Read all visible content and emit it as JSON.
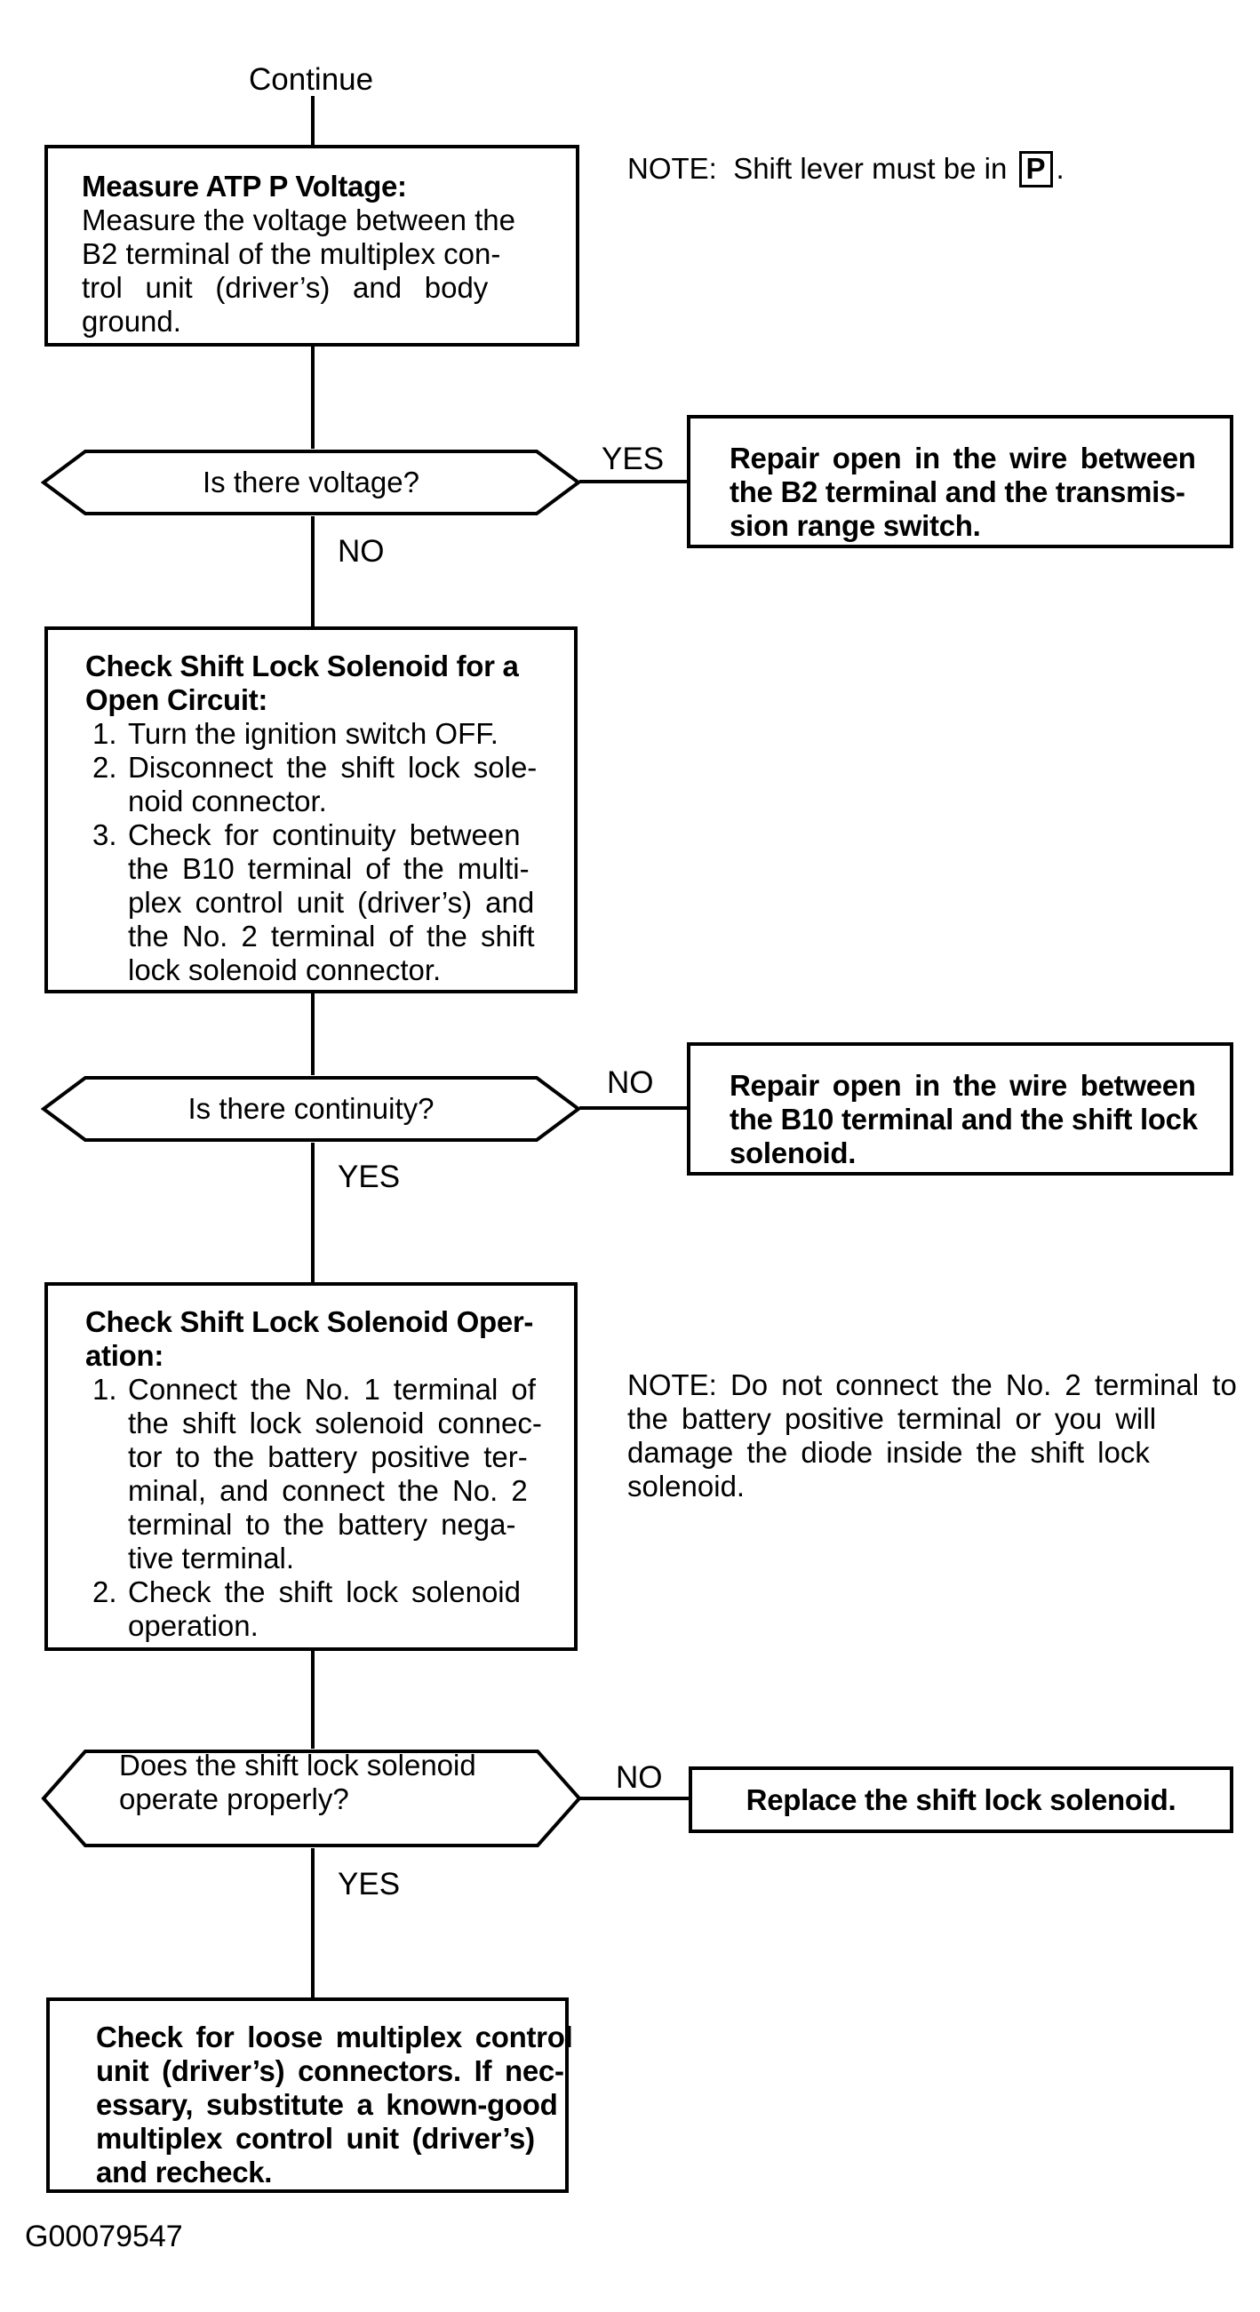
{
  "figure": {
    "id": "G00079547"
  },
  "labels": {
    "continue": "Continue",
    "yes": "YES",
    "no": "NO"
  },
  "note_shift_lever": {
    "prefix": "NOTE:",
    "text_before": "Shift lever must be in",
    "boxed_symbol": "P",
    "text_after": "."
  },
  "step_measure_atp": {
    "title": "Measure ATP P Voltage:",
    "lines": [
      "Measure the voltage between the",
      "B2 terminal of the multiplex con-",
      "trol unit (driver’s) and body",
      "ground."
    ]
  },
  "decision_voltage": {
    "question": "Is there voltage?"
  },
  "action_repair_b2": {
    "lines": [
      "Repair open in the wire between",
      "the B2 terminal and the transmis-",
      "sion range switch."
    ]
  },
  "step_check_open_circuit": {
    "title_lines": [
      "Check Shift Lock Solenoid for a",
      "Open Circuit:"
    ],
    "items": [
      {
        "num": "1.",
        "lines": [
          "Turn the ignition switch OFF."
        ]
      },
      {
        "num": "2.",
        "lines": [
          "Disconnect the shift lock sole-",
          "noid connector."
        ]
      },
      {
        "num": "3.",
        "lines": [
          "Check for continuity between",
          "the B10 terminal of the multi-",
          "plex control unit (driver’s) and",
          "the No. 2 terminal of the shift",
          "lock solenoid connector."
        ]
      }
    ]
  },
  "decision_continuity": {
    "question": "Is there continuity?"
  },
  "action_repair_b10": {
    "lines": [
      "Repair open in the wire between",
      "the B10 terminal and the shift lock",
      "solenoid."
    ]
  },
  "step_check_operation": {
    "title_lines": [
      "Check Shift Lock Solenoid Oper-",
      "ation:"
    ],
    "items": [
      {
        "num": "1.",
        "lines": [
          "Connect the No. 1 terminal of",
          "the shift lock solenoid connec-",
          "tor to the battery positive ter-",
          "minal, and connect the No. 2",
          "terminal to the battery nega-",
          "tive terminal."
        ]
      },
      {
        "num": "2.",
        "lines": [
          "Check the shift lock solenoid",
          "operation."
        ]
      }
    ]
  },
  "note_no2_terminal": {
    "lines": [
      "NOTE: Do not connect the No. 2 terminal to",
      "the battery positive terminal or you will",
      "damage the diode inside the shift lock",
      "solenoid."
    ]
  },
  "decision_operation": {
    "question_lines": [
      "Does the shift lock solenoid",
      "operate properly?"
    ]
  },
  "action_replace_solenoid": {
    "text": "Replace the shift lock solenoid."
  },
  "step_check_loose": {
    "lines": [
      "Check for loose multiplex control",
      "unit (driver’s) connectors. If nec-",
      "essary, substitute a known-good",
      "multiplex control unit (driver’s)",
      "and recheck."
    ]
  }
}
